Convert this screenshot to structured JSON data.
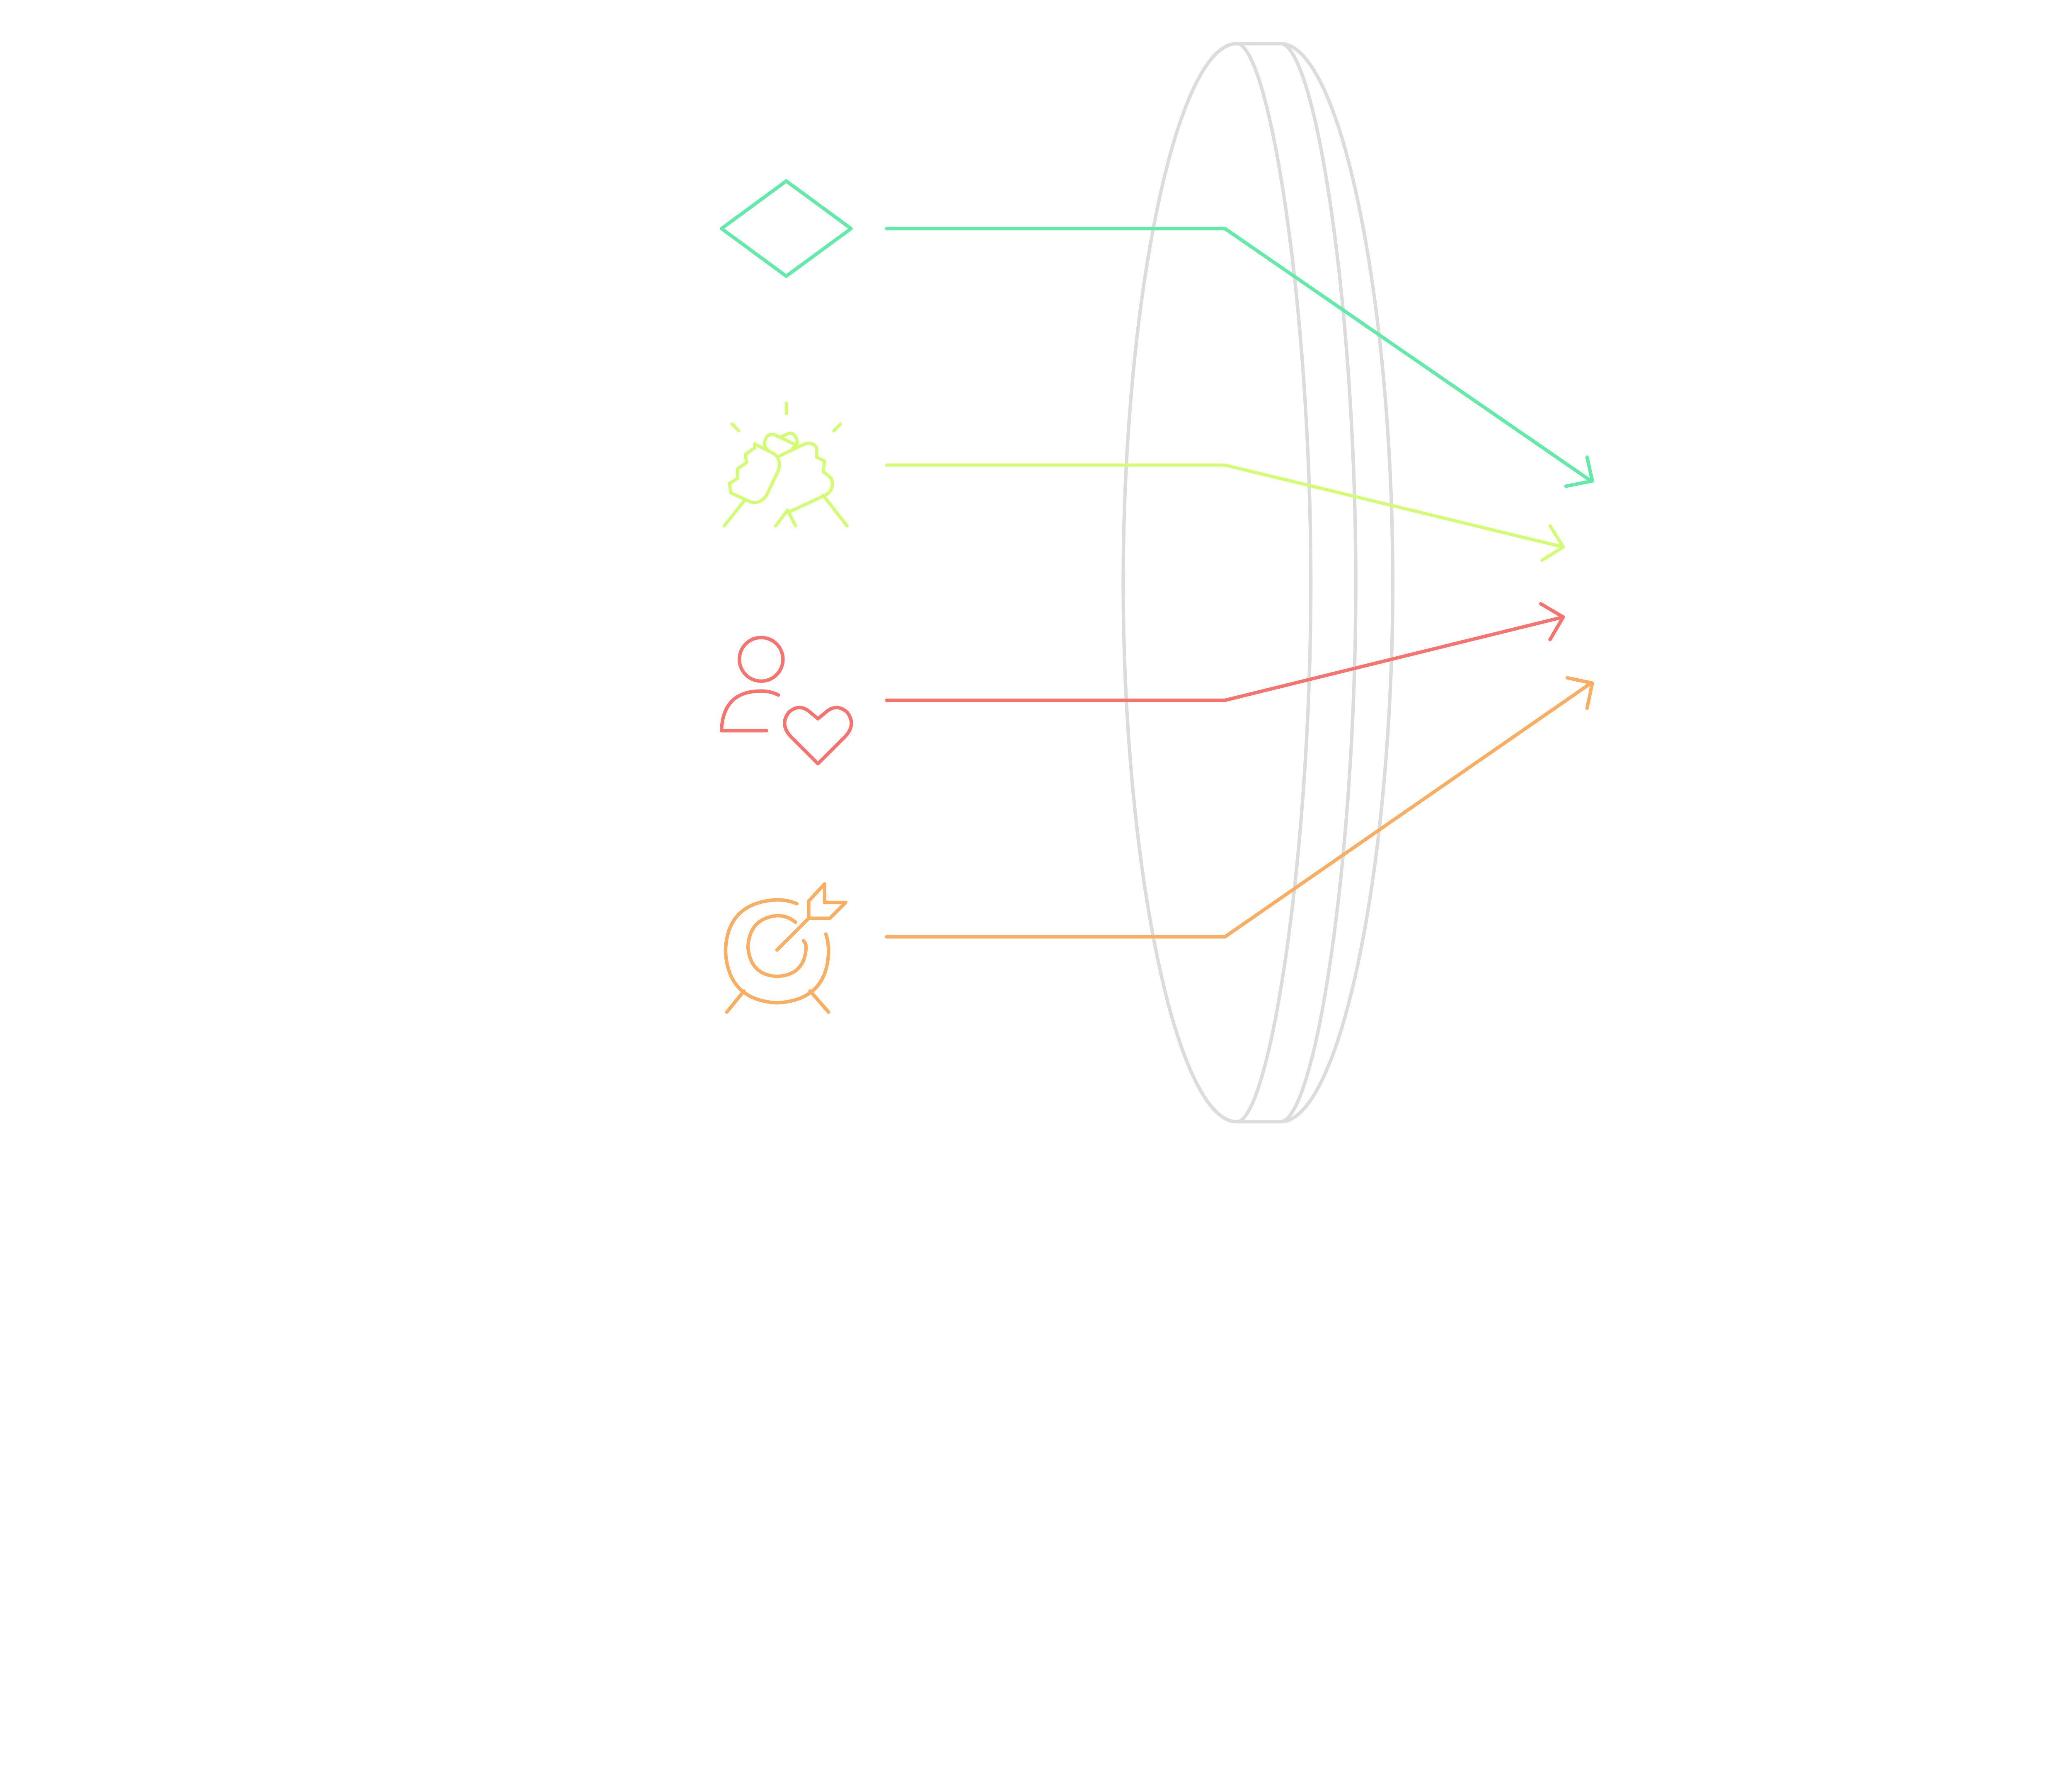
{
  "diagram": {
    "kind": "lens-convergence",
    "colors": {
      "background": "#ffffff",
      "lens": "#dcdcdc",
      "green": "#62eaa8",
      "lime": "#d2fd72",
      "red": "#f9736e",
      "orange": "#fbae62"
    },
    "items": [
      {
        "icon": "diamond-icon",
        "color_key": "green"
      },
      {
        "icon": "handshake-icon",
        "color_key": "lime"
      },
      {
        "icon": "user-heart-icon",
        "color_key": "red"
      },
      {
        "icon": "target-arrow-icon",
        "color_key": "orange"
      }
    ],
    "lens": {
      "icon": "lens-icon"
    }
  }
}
